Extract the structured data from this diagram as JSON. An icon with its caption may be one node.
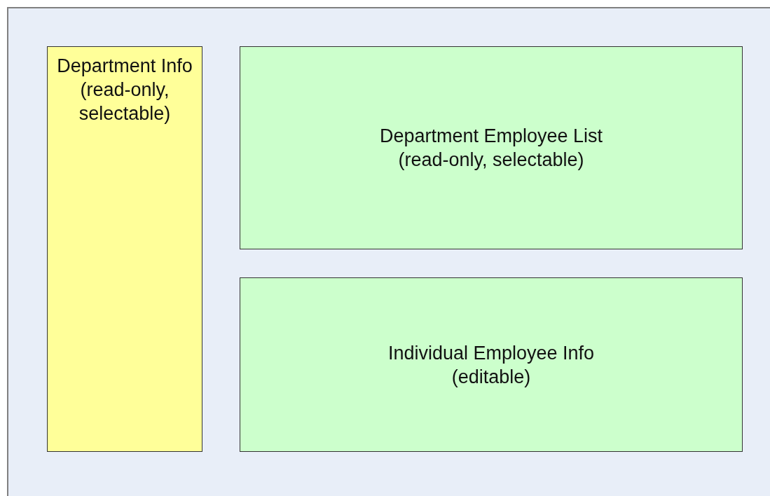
{
  "diagram": {
    "nodes": [
      {
        "text": [],
        "shape": "box"
      },
      {
        "text": [
          "Department Info (read-only, selectable)"
        ],
        "in": 0
      },
      {
        "text": [
          "Department Employee List (read-only, selectable)"
        ],
        "in": 0
      },
      {
        "text": [
          "Individual Employee Info (editable)"
        ],
        "in": 0
      }
    ]
  }
}
